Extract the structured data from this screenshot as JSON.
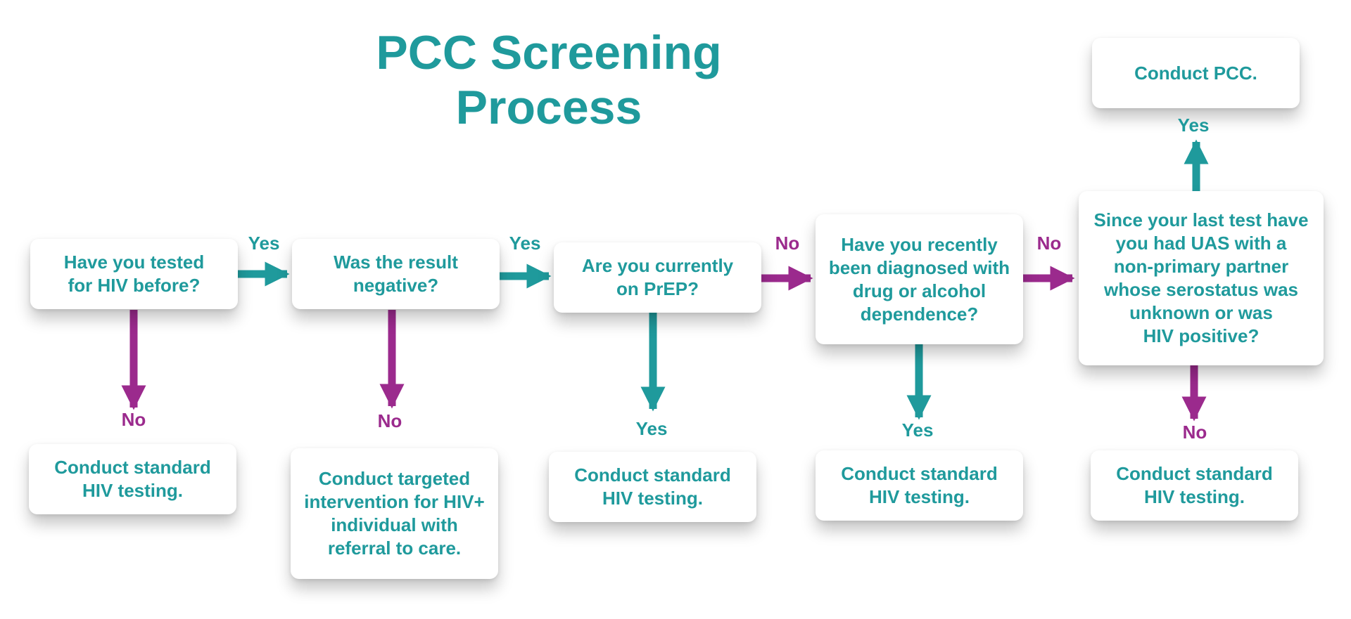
{
  "title": "PCC Screening\nProcess",
  "colors": {
    "teal": "#1f9a9c",
    "magenta": "#9b2a8d"
  },
  "questions": [
    "Have you tested\nfor HIV before?",
    "Was the result\nnegative?",
    "Are you currently\non PrEP?",
    "Have you recently\nbeen diagnosed with\ndrug or alcohol\ndependence?",
    "Since your last test have\nyou had UAS with a\nnon-primary partner\nwhose serostatus was\nunknown or was\nHIV positive?"
  ],
  "outcomes": {
    "conduct_pcc": "Conduct PCC.",
    "standard_1": "Conduct standard\nHIV testing.",
    "targeted": "Conduct targeted\nintervention for HIV+\nindividual with\nreferral to care.",
    "standard_3": "Conduct standard\nHIV testing.",
    "standard_4": "Conduct standard\nHIV testing.",
    "standard_5": "Conduct standard\nHIV testing."
  },
  "labels": {
    "yes": "Yes",
    "no": "No"
  }
}
